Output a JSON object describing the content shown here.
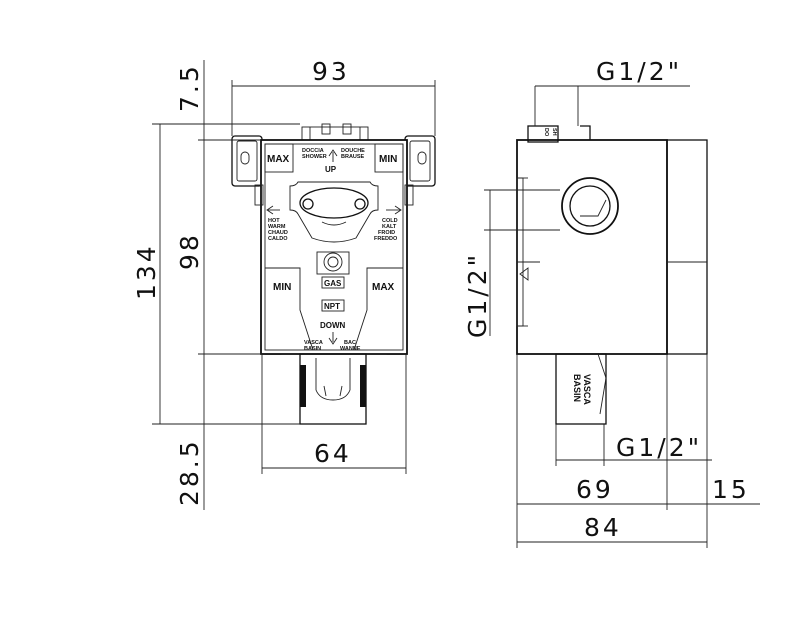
{
  "front_view": {
    "dimensions": {
      "top_gap": "7.5",
      "width": "93",
      "total_height": "134",
      "body_height": "98",
      "bottom_gap": "28.5",
      "bottom_width": "64"
    },
    "labels": {
      "max_top_left": "MAX",
      "min_top_right": "MIN",
      "min_bottom_left": "MIN",
      "max_bottom_right": "MAX",
      "up": "UP",
      "down": "DOWN",
      "doccia_shower": [
        "DOCCIA",
        "SHOWER"
      ],
      "douche_brause": [
        "DOUCHE",
        "BRAUSE"
      ],
      "hot_group": [
        "HOT",
        "WARM",
        "CHAUD",
        "CALDO"
      ],
      "cold_group": [
        "COLD",
        "KALT",
        "FROID",
        "FREDDO"
      ],
      "vasca_basin": [
        "VASCA",
        "BASIN"
      ],
      "bac_wanne": [
        "BAC",
        "WANNE"
      ],
      "gas": "GAS",
      "npt": "NPT"
    }
  },
  "side_view": {
    "dimensions": {
      "thread_top": "G1/2\"",
      "thread_side": "G1/2\"",
      "thread_bottom": "G1/2\"",
      "depth_main": "69",
      "depth_extra": "15",
      "depth_total": "84"
    },
    "labels": {
      "vasca_basin": [
        "VASCA",
        "BASIN"
      ],
      "top_side": [
        "DO",
        "SH"
      ]
    }
  }
}
